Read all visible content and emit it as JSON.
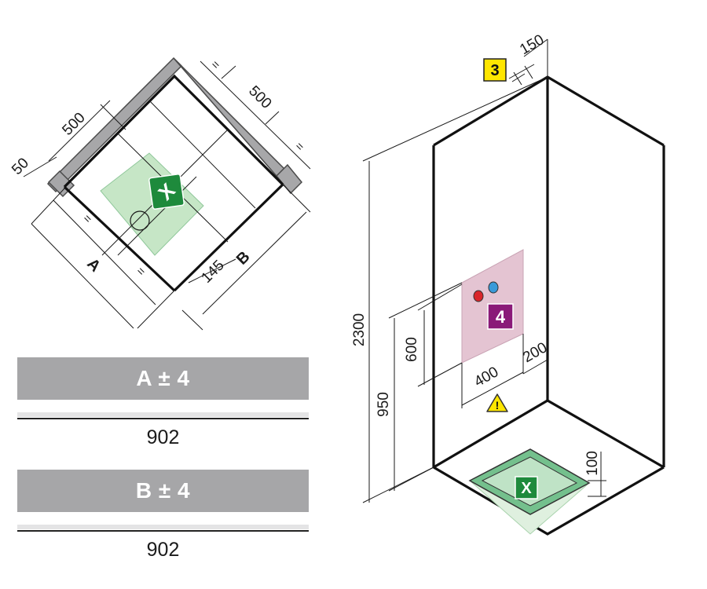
{
  "plan": {
    "dim_50": "50",
    "dim_500_left": "500",
    "dim_500_right": "500",
    "dim_145": "145",
    "label_a": "A",
    "label_b": "B",
    "equal_mark": "="
  },
  "markers": {
    "drain_x": "X",
    "tap_zone": "4",
    "vent": "3",
    "warning": "!"
  },
  "elevation": {
    "dim_150": "150",
    "dim_2300": "2300",
    "dim_950": "950",
    "dim_600": "600",
    "dim_400": "400",
    "dim_200": "200",
    "dim_100": "100"
  },
  "table": {
    "rows": [
      {
        "label": "A ± 4",
        "value": "902"
      },
      {
        "label": "B ± 4",
        "value": "902"
      }
    ]
  },
  "colors": {
    "tile_grey": "#a7a7a9",
    "drain_green_light": "#c6e6c6",
    "drain_green_dark": "#1e8a3c",
    "tap_zone_pink": "#e4c4d2",
    "tap_zone_purple": "#8a1a78",
    "vent_yellow": "#ffe600",
    "warning_yellow": "#ffe600",
    "hot_red": "#d9262a",
    "cold_blue": "#3a9ad9",
    "table_bar_grey": "#a6a6a8"
  }
}
